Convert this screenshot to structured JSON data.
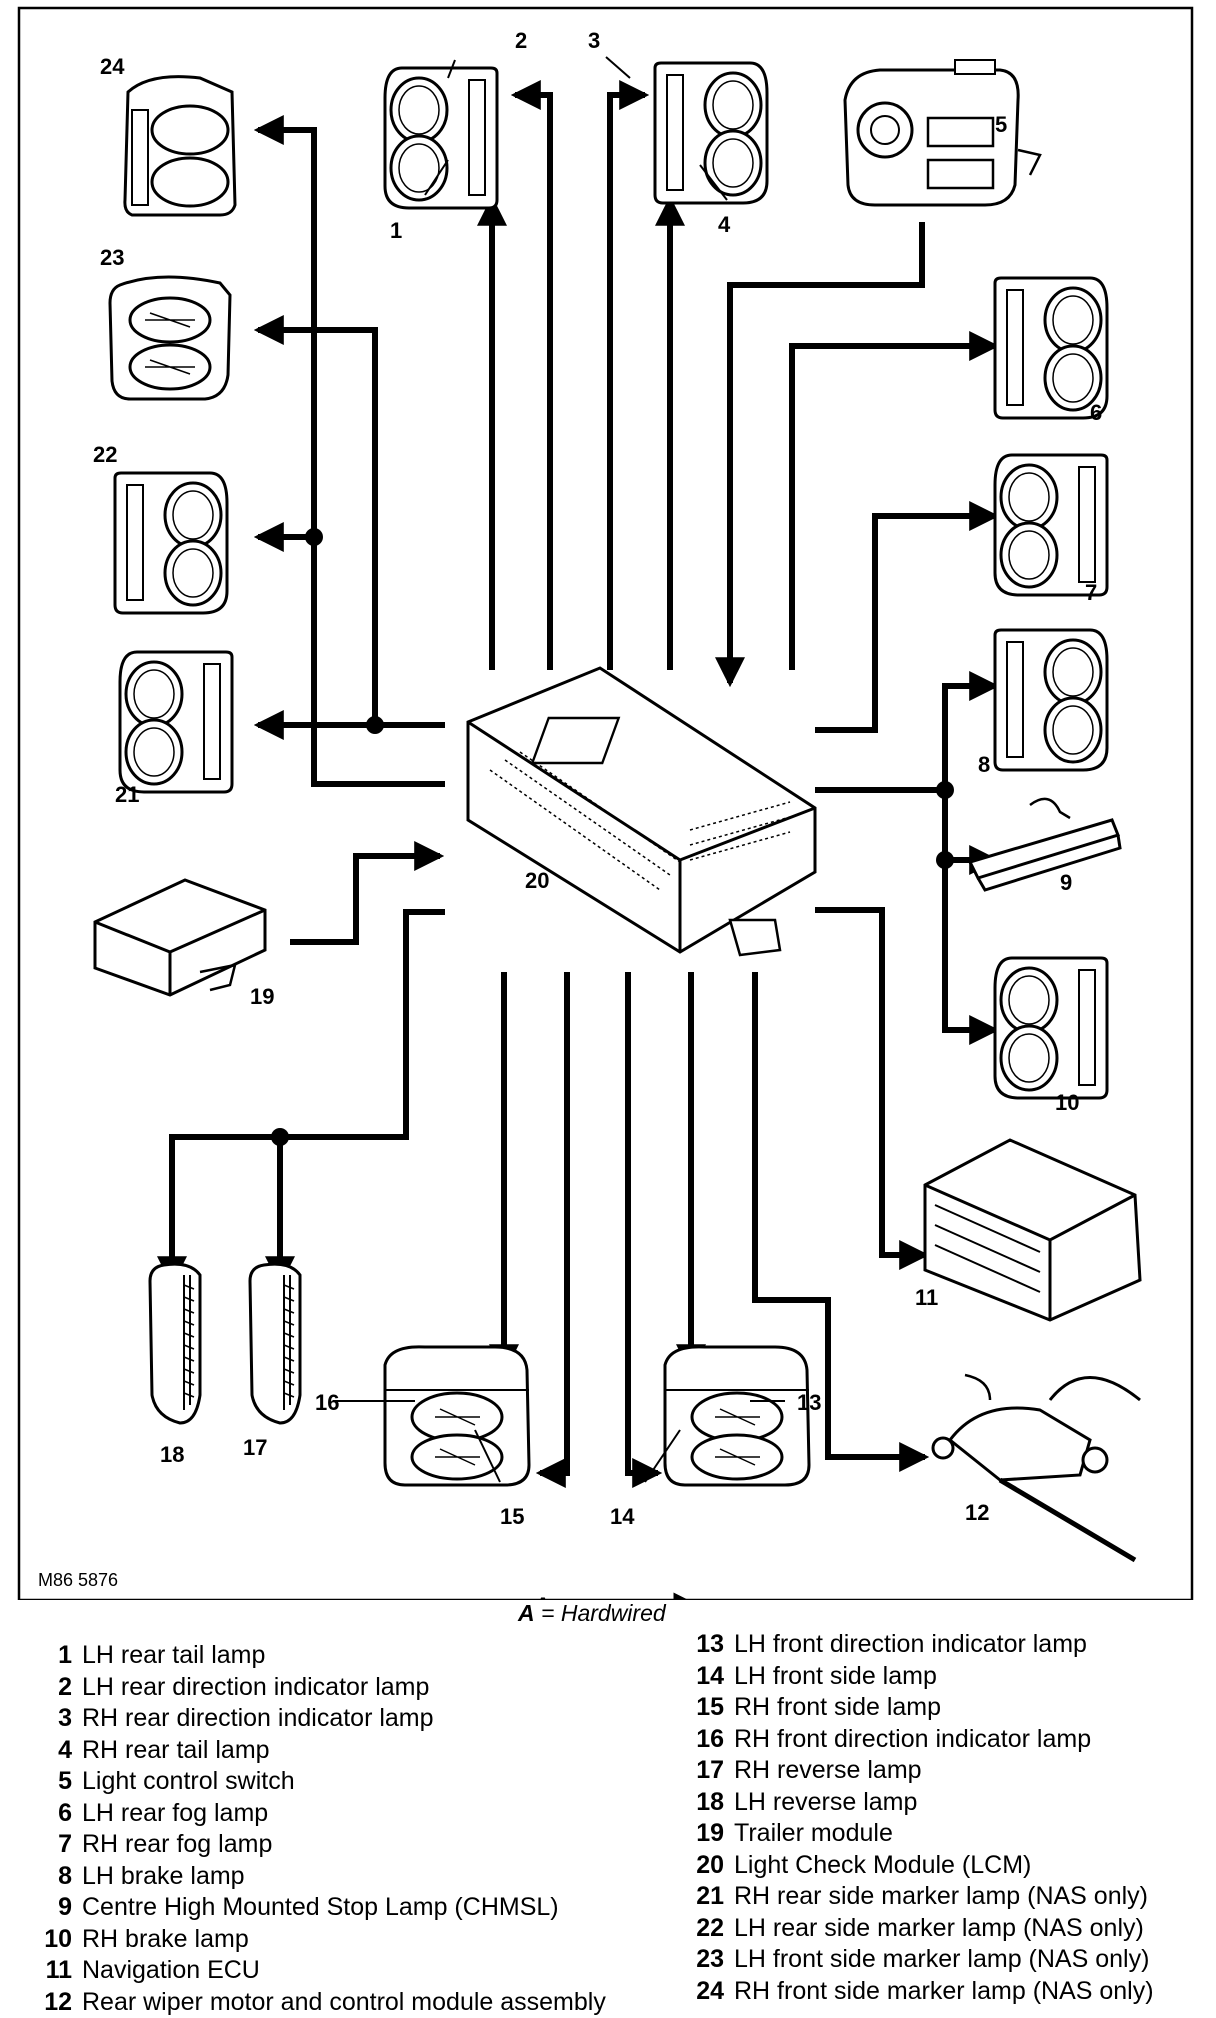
{
  "diagram": {
    "ref": "M86 5876",
    "hardwired_marker": "A",
    "callouts": [
      "1",
      "2",
      "3",
      "4",
      "5",
      "6",
      "7",
      "8",
      "9",
      "10",
      "11",
      "12",
      "13",
      "14",
      "15",
      "16",
      "17",
      "18",
      "19",
      "20",
      "21",
      "22",
      "23",
      "24"
    ]
  },
  "legend": {
    "title_key": "A",
    "title_text": "= Hardwired",
    "left": [
      {
        "num": "1",
        "label": "LH rear tail lamp"
      },
      {
        "num": "2",
        "label": "LH rear direction indicator lamp"
      },
      {
        "num": "3",
        "label": "RH rear direction indicator lamp"
      },
      {
        "num": "4",
        "label": "RH rear tail lamp"
      },
      {
        "num": "5",
        "label": "Light control switch"
      },
      {
        "num": "6",
        "label": "LH rear fog lamp"
      },
      {
        "num": "7",
        "label": "RH rear fog lamp"
      },
      {
        "num": "8",
        "label": "LH brake lamp"
      },
      {
        "num": "9",
        "label": "Centre High Mounted Stop Lamp (CHMSL)"
      },
      {
        "num": "10",
        "label": "RH brake lamp"
      },
      {
        "num": "11",
        "label": "Navigation ECU"
      },
      {
        "num": "12",
        "label": "Rear wiper motor and control module assembly"
      }
    ],
    "right": [
      {
        "num": "13",
        "label": "LH front direction indicator lamp"
      },
      {
        "num": "14",
        "label": "LH front side lamp"
      },
      {
        "num": "15",
        "label": "RH front side lamp"
      },
      {
        "num": "16",
        "label": "RH front direction indicator lamp"
      },
      {
        "num": "17",
        "label": "RH reverse lamp"
      },
      {
        "num": "18",
        "label": "LH reverse lamp"
      },
      {
        "num": "19",
        "label": "Trailer module"
      },
      {
        "num": "20",
        "label": "Light Check Module (LCM)"
      },
      {
        "num": "21",
        "label": "RH rear side marker lamp (NAS only)"
      },
      {
        "num": "22",
        "label": "LH rear side marker lamp (NAS only)"
      },
      {
        "num": "23",
        "label": "LH front side marker lamp (NAS only)"
      },
      {
        "num": "24",
        "label": "RH front side marker lamp (NAS only)"
      }
    ]
  }
}
